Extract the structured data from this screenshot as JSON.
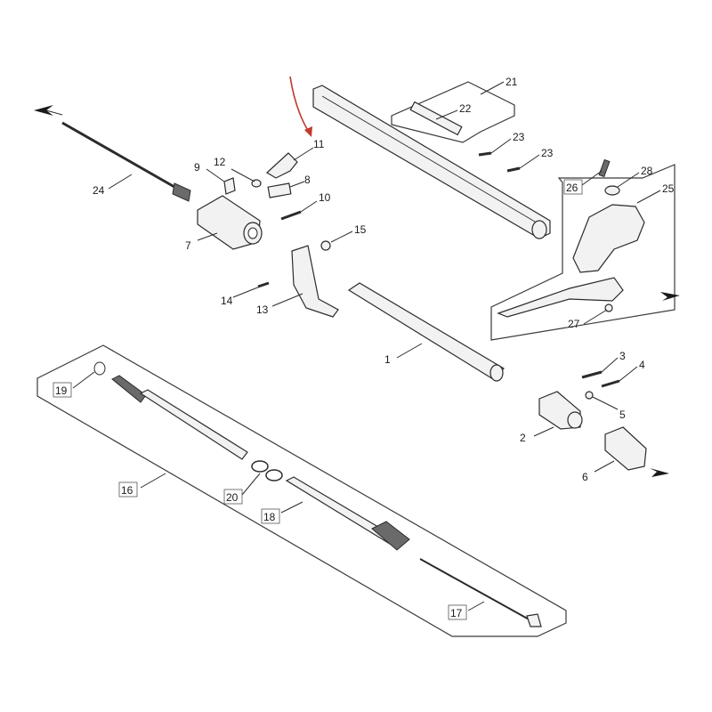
{
  "diagram": {
    "callouts": [
      {
        "id": "1",
        "text": "1"
      },
      {
        "id": "2",
        "text": "2"
      },
      {
        "id": "3",
        "text": "3"
      },
      {
        "id": "4",
        "text": "4"
      },
      {
        "id": "5",
        "text": "5"
      },
      {
        "id": "6",
        "text": "6"
      },
      {
        "id": "7",
        "text": "7"
      },
      {
        "id": "8",
        "text": "8"
      },
      {
        "id": "9",
        "text": "9"
      },
      {
        "id": "10",
        "text": "10"
      },
      {
        "id": "11",
        "text": "11"
      },
      {
        "id": "12",
        "text": "12"
      },
      {
        "id": "13",
        "text": "13"
      },
      {
        "id": "14",
        "text": "14"
      },
      {
        "id": "15",
        "text": "15"
      },
      {
        "id": "16",
        "text": "16"
      },
      {
        "id": "17",
        "text": "17"
      },
      {
        "id": "18",
        "text": "18"
      },
      {
        "id": "19",
        "text": "19"
      },
      {
        "id": "20",
        "text": "20"
      },
      {
        "id": "21",
        "text": "21"
      },
      {
        "id": "22",
        "text": "22"
      },
      {
        "id": "23a",
        "text": "23"
      },
      {
        "id": "23b",
        "text": "23"
      },
      {
        "id": "24",
        "text": "24"
      },
      {
        "id": "25",
        "text": "25"
      },
      {
        "id": "26",
        "text": "26"
      },
      {
        "id": "27",
        "text": "27"
      },
      {
        "id": "28",
        "text": "28"
      }
    ],
    "colors": {
      "line": "#2b2b2b",
      "highlight_arrow": "#c0392b",
      "part_fill": "#f2f2f2",
      "dark_fill": "#6a6a6a"
    }
  }
}
